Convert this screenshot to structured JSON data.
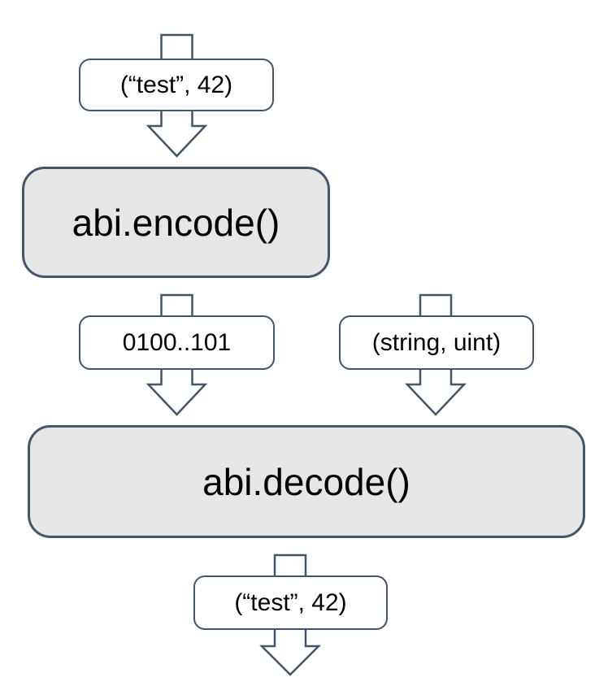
{
  "colors": {
    "outline": "#44546a",
    "process_fill": "#e7e6e6",
    "data_fill": "#ffffff",
    "text_color": "#000000",
    "background": "#ffffff"
  },
  "nodes": {
    "input": {
      "label": "(“test”, 42)"
    },
    "encode": {
      "label": "abi.encode()"
    },
    "encoded_bytes": {
      "label": "0100..101"
    },
    "types": {
      "label": "(string, uint)"
    },
    "decode": {
      "label": "abi.decode()"
    },
    "output": {
      "label": "(“test”, 42)"
    }
  },
  "icons": {
    "connectors": [
      "down-arrow-connector-input-to-encode",
      "down-arrow-connector-encode-to-decode-bytes",
      "down-arrow-connector-types-to-decode",
      "down-arrow-connector-decode-to-output"
    ]
  }
}
